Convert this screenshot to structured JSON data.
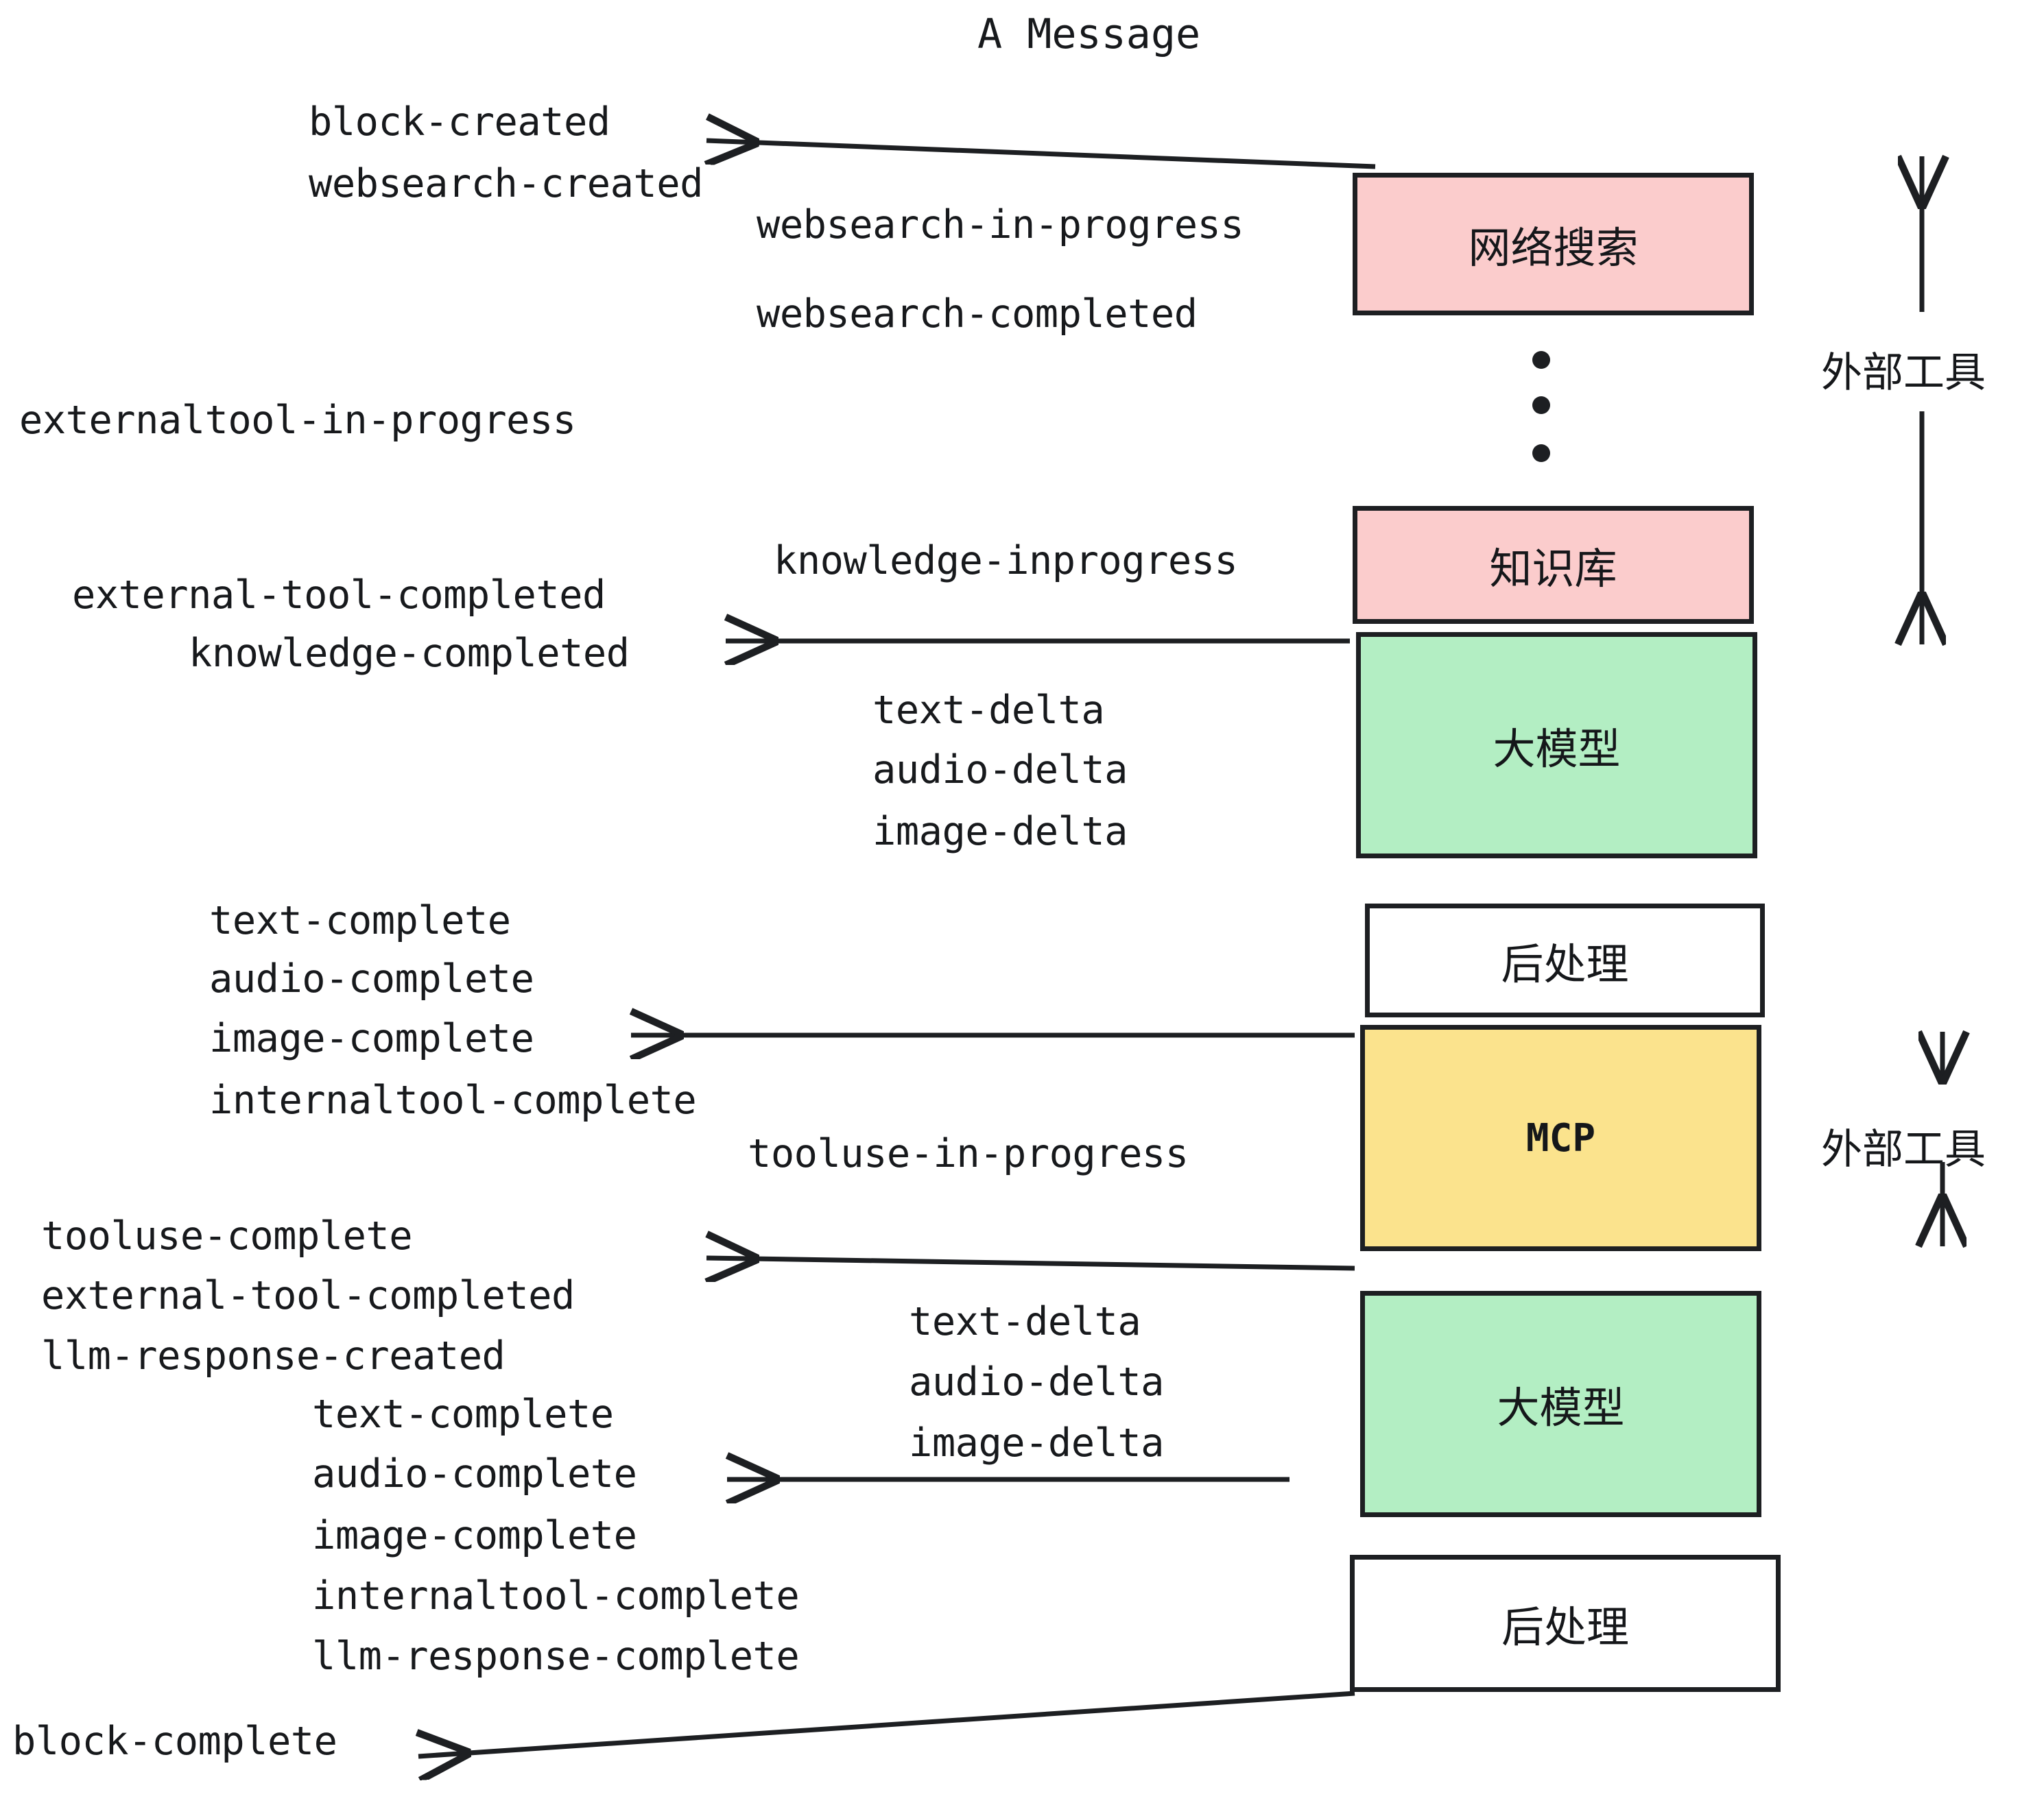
{
  "diagram": {
    "title": "A Message",
    "colors": {
      "pink": "#fbcccc",
      "green": "#b3eec3",
      "yellow": "#fbe38d",
      "white": "#ffffff",
      "stroke": "#1d1f22",
      "text": "#17191c",
      "background": "#ffffff"
    },
    "boxes": [
      {
        "id": "websearch",
        "label": "网络搜索",
        "fill": "pink",
        "mono": false
      },
      {
        "id": "knowledge",
        "label": "知识库",
        "fill": "pink",
        "mono": false
      },
      {
        "id": "llm-1",
        "label": "大模型",
        "fill": "green",
        "mono": false
      },
      {
        "id": "postprocess-1",
        "label": "后处理",
        "fill": "white",
        "mono": false
      },
      {
        "id": "mcp",
        "label": "MCP",
        "fill": "yellow",
        "mono": true
      },
      {
        "id": "llm-2",
        "label": "大模型",
        "fill": "green",
        "mono": false
      },
      {
        "id": "postprocess-2",
        "label": "后处理",
        "fill": "white",
        "mono": false
      }
    ],
    "side_labels": [
      {
        "id": "external-tool-top",
        "text": "外部工具"
      },
      {
        "id": "external-tool-bottom",
        "text": "外部工具"
      }
    ],
    "events_left": [
      {
        "id": "block-created",
        "text": "block-created"
      },
      {
        "id": "websearch-created",
        "text": "websearch-created"
      },
      {
        "id": "externaltool-in-progress",
        "text": "externaltool-in-progress"
      },
      {
        "id": "external-tool-completed-1",
        "text": "external-tool-completed"
      },
      {
        "id": "knowledge-completed",
        "text": "knowledge-completed"
      },
      {
        "id": "text-complete-1",
        "text": "text-complete"
      },
      {
        "id": "audio-complete-1",
        "text": "audio-complete"
      },
      {
        "id": "image-complete-1",
        "text": "image-complete"
      },
      {
        "id": "internaltool-complete-1",
        "text": "internaltool-complete"
      },
      {
        "id": "tooluse-complete",
        "text": "tooluse-complete"
      },
      {
        "id": "external-tool-completed-2",
        "text": "external-tool-completed"
      },
      {
        "id": "llm-response-created",
        "text": "llm-response-created"
      },
      {
        "id": "text-complete-2",
        "text": "text-complete"
      },
      {
        "id": "audio-complete-2",
        "text": "audio-complete"
      },
      {
        "id": "image-complete-2",
        "text": "image-complete"
      },
      {
        "id": "internaltool-complete-2",
        "text": "internaltool-complete"
      },
      {
        "id": "llm-response-complete",
        "text": "llm-response-complete"
      },
      {
        "id": "block-complete",
        "text": "block-complete"
      }
    ],
    "events_mid": [
      {
        "id": "websearch-in-progress",
        "text": "websearch-in-progress"
      },
      {
        "id": "websearch-completed",
        "text": "websearch-completed"
      },
      {
        "id": "knowledge-inprogress",
        "text": "knowledge-inprogress"
      },
      {
        "id": "text-delta-1",
        "text": "text-delta"
      },
      {
        "id": "audio-delta-1",
        "text": "audio-delta"
      },
      {
        "id": "image-delta-1",
        "text": "image-delta"
      },
      {
        "id": "tooluse-in-progress",
        "text": "tooluse-in-progress"
      },
      {
        "id": "text-delta-2",
        "text": "text-delta"
      },
      {
        "id": "audio-delta-2",
        "text": "audio-delta"
      },
      {
        "id": "image-delta-2",
        "text": "image-delta"
      }
    ]
  }
}
